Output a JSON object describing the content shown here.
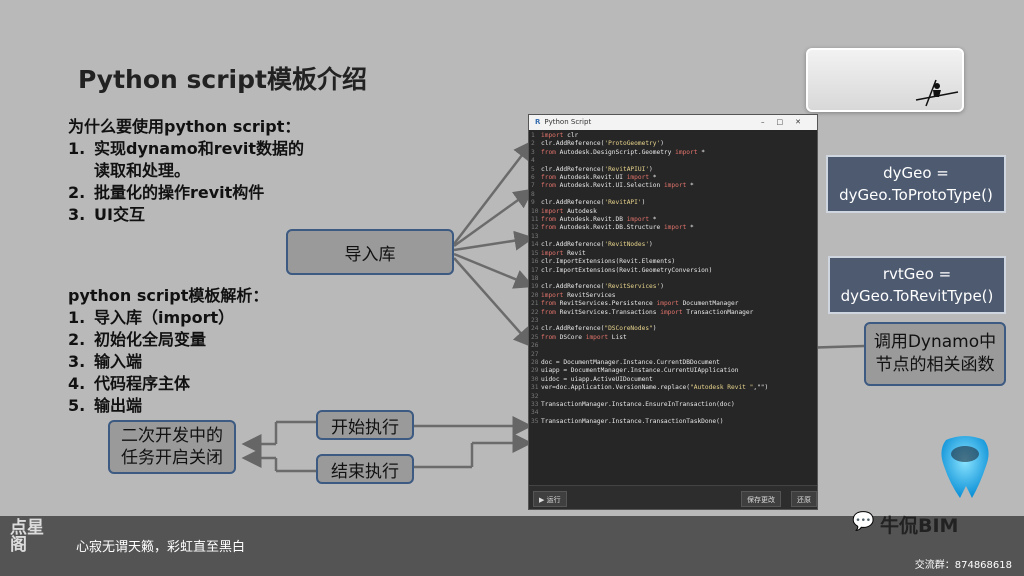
{
  "title": "Python script模板介绍",
  "section1": {
    "heading": "为什么要使用python script：",
    "items": [
      {
        "num": "1.",
        "lines": [
          "实现dynamo和revit数据的",
          "读取和处理。"
        ]
      },
      {
        "num": "2.",
        "lines": [
          "批量化的操作revit构件"
        ]
      },
      {
        "num": "3.",
        "lines": [
          "UI交互"
        ]
      }
    ]
  },
  "section2": {
    "heading": "python script模板解析：",
    "items": [
      {
        "num": "1.",
        "text": "导入库（import）"
      },
      {
        "num": "2.",
        "text": "初始化全局变量"
      },
      {
        "num": "3.",
        "text": "输入端"
      },
      {
        "num": "4.",
        "text": "代码程序主体"
      },
      {
        "num": "5.",
        "text": "输出端"
      }
    ]
  },
  "callouts": {
    "import_lib": "导入库",
    "start_exec": "开始执行",
    "end_exec": "结束执行",
    "secondary_dev": "二次开发中的\n任务开启关闭",
    "dygeo": "dyGeo =\ndyGeo.ToProtoType()",
    "rvtgeo": "rvtGeo =\ndyGeo.ToRevitType()",
    "dynamo_call": "调用Dynamo中\n节点的相关函数"
  },
  "python_window": {
    "title": "Python Script",
    "run_label": "运行",
    "save_label": "保存更改",
    "revert_label": "还原",
    "code_lines": [
      {
        "n": "1",
        "parts": [
          [
            "kw",
            "import"
          ],
          [
            "tx",
            " clr"
          ]
        ]
      },
      {
        "n": "2",
        "parts": [
          [
            "tx",
            "clr.AddReference("
          ],
          [
            "str",
            "'ProtoGeometry'"
          ],
          [
            "tx",
            ")"
          ]
        ]
      },
      {
        "n": "3",
        "parts": [
          [
            "kw",
            "from"
          ],
          [
            "tx",
            " Autodesk.DesignScript.Geometry "
          ],
          [
            "kw",
            "import"
          ],
          [
            "tx",
            " *"
          ]
        ]
      },
      {
        "n": "4",
        "parts": []
      },
      {
        "n": "5",
        "parts": [
          [
            "tx",
            "clr.AddReference("
          ],
          [
            "str",
            "'RevitAPIUI'"
          ],
          [
            "tx",
            ")"
          ]
        ]
      },
      {
        "n": "6",
        "parts": [
          [
            "kw",
            "from"
          ],
          [
            "tx",
            " Autodesk.Revit.UI "
          ],
          [
            "kw",
            "import"
          ],
          [
            "tx",
            " *"
          ]
        ]
      },
      {
        "n": "7",
        "parts": [
          [
            "kw",
            "from"
          ],
          [
            "tx",
            " Autodesk.Revit.UI.Selection "
          ],
          [
            "kw",
            "import"
          ],
          [
            "tx",
            " *"
          ]
        ]
      },
      {
        "n": "8",
        "parts": []
      },
      {
        "n": "9",
        "parts": [
          [
            "tx",
            "clr.AddReference("
          ],
          [
            "str",
            "'RevitAPI'"
          ],
          [
            "tx",
            ")"
          ]
        ]
      },
      {
        "n": "10",
        "parts": [
          [
            "kw",
            "import"
          ],
          [
            "tx",
            " Autodesk"
          ]
        ]
      },
      {
        "n": "11",
        "parts": [
          [
            "kw",
            "from"
          ],
          [
            "tx",
            " Autodesk.Revit.DB "
          ],
          [
            "kw",
            "import"
          ],
          [
            "tx",
            " *"
          ]
        ]
      },
      {
        "n": "12",
        "parts": [
          [
            "kw",
            "from"
          ],
          [
            "tx",
            " Autodesk.Revit.DB.Structure "
          ],
          [
            "kw",
            "import"
          ],
          [
            "tx",
            " *"
          ]
        ]
      },
      {
        "n": "13",
        "parts": []
      },
      {
        "n": "14",
        "parts": [
          [
            "tx",
            "clr.AddReference("
          ],
          [
            "str",
            "'RevitNodes'"
          ],
          [
            "tx",
            ")"
          ]
        ]
      },
      {
        "n": "15",
        "parts": [
          [
            "kw",
            "import"
          ],
          [
            "tx",
            " Revit"
          ]
        ]
      },
      {
        "n": "16",
        "parts": [
          [
            "tx",
            "clr.ImportExtensions(Revit.Elements)"
          ]
        ]
      },
      {
        "n": "17",
        "parts": [
          [
            "tx",
            "clr.ImportExtensions(Revit.GeometryConversion)"
          ]
        ]
      },
      {
        "n": "18",
        "parts": []
      },
      {
        "n": "19",
        "parts": [
          [
            "tx",
            "clr.AddReference("
          ],
          [
            "str",
            "'RevitServices'"
          ],
          [
            "tx",
            ")"
          ]
        ]
      },
      {
        "n": "20",
        "parts": [
          [
            "kw",
            "import"
          ],
          [
            "tx",
            " RevitServices"
          ]
        ]
      },
      {
        "n": "21",
        "parts": [
          [
            "kw",
            "from"
          ],
          [
            "tx",
            " RevitServices.Persistence "
          ],
          [
            "kw",
            "import"
          ],
          [
            "tx",
            " DocumentManager"
          ]
        ]
      },
      {
        "n": "22",
        "parts": [
          [
            "kw",
            "from"
          ],
          [
            "tx",
            " RevitServices.Transactions "
          ],
          [
            "kw",
            "import"
          ],
          [
            "tx",
            " TransactionManager"
          ]
        ]
      },
      {
        "n": "23",
        "parts": []
      },
      {
        "n": "24",
        "parts": [
          [
            "tx",
            "clr.AddReference("
          ],
          [
            "str",
            "\"DSCoreNodes\""
          ],
          [
            "tx",
            ")"
          ]
        ]
      },
      {
        "n": "25",
        "parts": [
          [
            "kw",
            "from"
          ],
          [
            "tx",
            " DSCore "
          ],
          [
            "kw",
            "import"
          ],
          [
            "tx",
            " List"
          ]
        ]
      },
      {
        "n": "26",
        "parts": []
      },
      {
        "n": "27",
        "parts": []
      },
      {
        "n": "28",
        "parts": [
          [
            "tx",
            "doc = DocumentManager.Instance.CurrentDBDocument"
          ]
        ]
      },
      {
        "n": "29",
        "parts": [
          [
            "tx",
            "uiapp = DocumentManager.Instance.CurrentUIApplication"
          ]
        ]
      },
      {
        "n": "30",
        "parts": [
          [
            "tx",
            "uidoc = uiapp.ActiveUIDocument"
          ]
        ]
      },
      {
        "n": "31",
        "parts": [
          [
            "tx",
            "ver=doc.Application.VersionName.replace("
          ],
          [
            "str",
            "\"Autodesk Revit \""
          ],
          [
            "tx",
            ",\"\")"
          ]
        ]
      },
      {
        "n": "32",
        "parts": []
      },
      {
        "n": "33",
        "parts": [
          [
            "tx",
            "TransactionManager.Instance.EnsureInTransaction(doc)"
          ]
        ]
      },
      {
        "n": "34",
        "parts": []
      },
      {
        "n": "35",
        "parts": [
          [
            "tx",
            "TransactionManager.Instance.TransactionTaskDone()"
          ]
        ]
      }
    ]
  },
  "footer": {
    "logo": "点星阁",
    "slogan": "心寂无谓天籁，彩虹直至黑白",
    "qq_group": "交流群：874868618"
  },
  "brand": "牛侃BIM",
  "colors": {
    "background": "#b9b9b9",
    "callout_border": "#3c5a82",
    "dark_box": "#4d5a70",
    "code_keyword": "#e4746c",
    "code_string": "#e8d48c"
  }
}
